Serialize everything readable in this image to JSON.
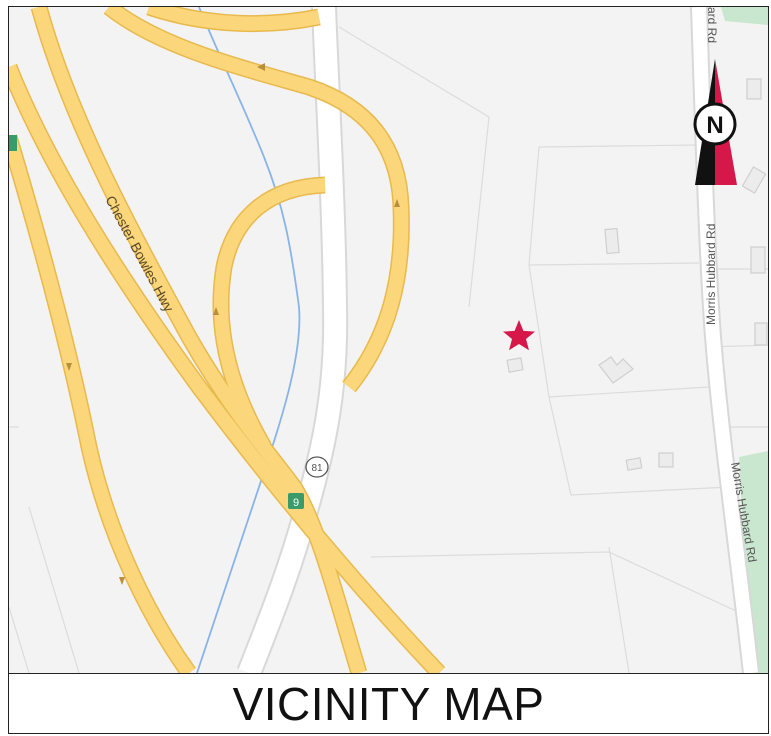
{
  "map": {
    "road_labels": {
      "chester_bowles": "Chester Bowles Hwy",
      "morris_hubbard_top": "ard Rd",
      "morris_hubbard_mid": "Morris Hubbard Rd",
      "morris_hubbard_bottom": "Morris Hubbard Rd",
      "route_shield": "81"
    },
    "compass": {
      "letter": "N"
    },
    "colors": {
      "background": "#f3f3f3",
      "highway": "#fbd67a",
      "highway_edge": "#e8b94d",
      "local_road": "#ffffff",
      "stream": "#8ab4e8",
      "park": "#c9e6cf",
      "marker": "#d6174a",
      "compass_red": "#d6174a",
      "compass_black": "#111111"
    },
    "icons": [
      "star-marker-icon",
      "compass-icon",
      "route-shield-icon",
      "park-marker-icon"
    ]
  },
  "caption": {
    "title": "VICINITY MAP"
  }
}
